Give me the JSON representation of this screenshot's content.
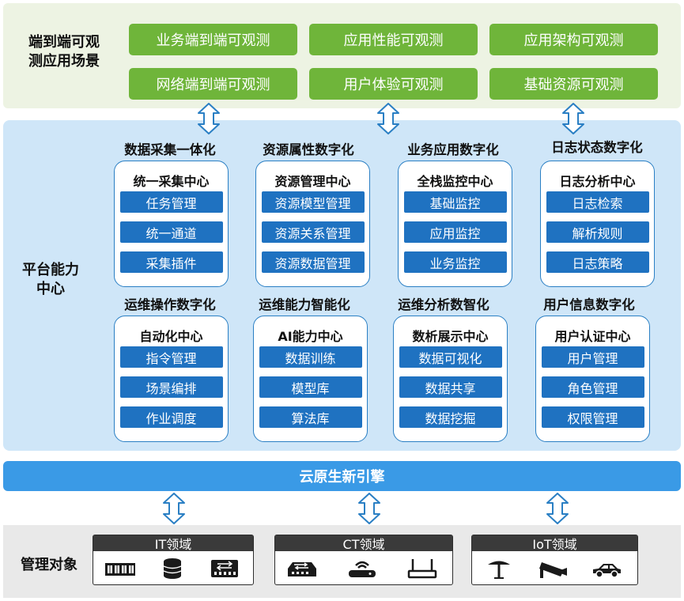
{
  "top": {
    "label": "端到端可观测应用场景",
    "label_line1": "端到端可观",
    "label_line2": "测应用场景",
    "scenarios": [
      "业务端到端可观测",
      "应用性能可观测",
      "应用架构可观测",
      "网络端到端可观测",
      "用户体验可观测",
      "基础资源可观测"
    ]
  },
  "platform": {
    "label_line1": "平台能力",
    "label_line2": "中心",
    "categories": [
      "数据采集一体化",
      "资源属性数字化",
      "业务应用数字化",
      "日志状态数字化",
      "运维操作数字化",
      "运维能力智能化",
      "运维分析数智化",
      "用户信息数字化"
    ],
    "cards": [
      {
        "title": "统一采集中心",
        "items": [
          "任务管理",
          "统一通道",
          "采集插件"
        ]
      },
      {
        "title": "资源管理中心",
        "items": [
          "资源模型管理",
          "资源关系管理",
          "资源数据管理"
        ]
      },
      {
        "title": "全栈监控中心",
        "items": [
          "基础监控",
          "应用监控",
          "业务监控"
        ]
      },
      {
        "title": "日志分析中心",
        "items": [
          "日志检索",
          "解析规则",
          "日志策略"
        ]
      },
      {
        "title": "自动化中心",
        "items": [
          "指令管理",
          "场景编排",
          "作业调度"
        ]
      },
      {
        "title": "AI能力中心",
        "items": [
          "数据训练",
          "模型库",
          "算法库"
        ]
      },
      {
        "title": "数析展示中心",
        "items": [
          "数据可视化",
          "数据共享",
          "数据挖掘"
        ]
      },
      {
        "title": "用户认证中心",
        "items": [
          "用户管理",
          "角色管理",
          "权限管理"
        ]
      }
    ]
  },
  "engine": {
    "label": "云原生新引擎"
  },
  "objects": {
    "label": "管理对象",
    "domains": [
      {
        "name": "IT领域",
        "icons": [
          "server-rack-icon",
          "database-icon",
          "switch-icon"
        ]
      },
      {
        "name": "CT领域",
        "icons": [
          "network-switch-icon",
          "wifi-router-icon",
          "router-icon"
        ]
      },
      {
        "name": "IoT领域",
        "icons": [
          "street-lamp-icon",
          "cctv-camera-icon",
          "car-icon"
        ]
      }
    ]
  },
  "colors": {
    "green": "#6fb53a",
    "blue": "#1f72c1",
    "engine": "#3a9ae6",
    "platform_bg": "#cfe6f8",
    "top_bg": "#edf3e3"
  }
}
